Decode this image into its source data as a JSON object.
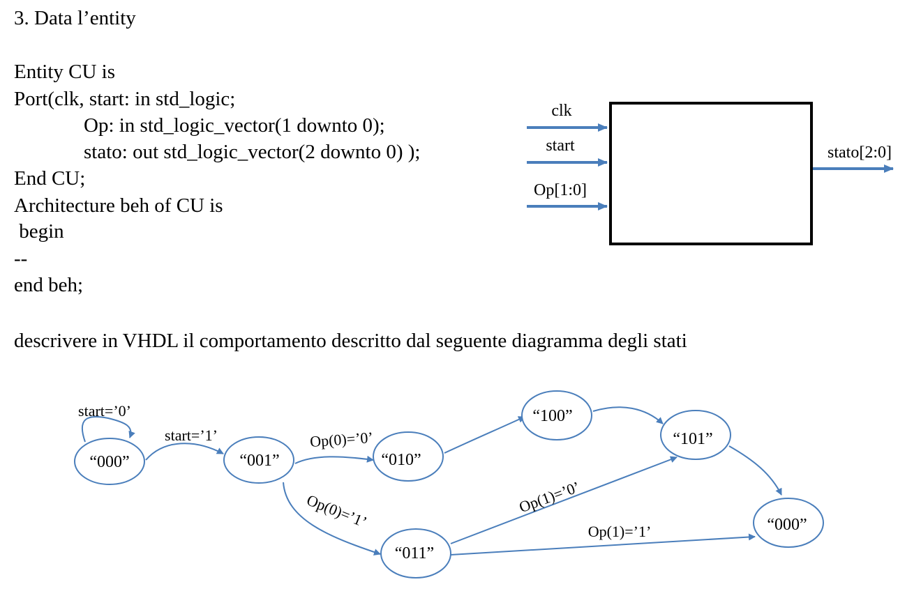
{
  "heading": "3. Data l’entity",
  "code": {
    "l1": "Entity CU is",
    "l2": "Port(clk, start: in std_logic;",
    "l3": "Op: in std_logic_vector(1 downto 0);",
    "l4": "stato: out std_logic_vector(2 downto 0) );",
    "l5": "End CU;",
    "l6": "Architecture beh of CU is",
    "l7": " begin",
    "l8": "--",
    "l9": "end beh;"
  },
  "instruction": "descrivere in VHDL il comportamento descritto dal seguente diagramma degli stati",
  "block": {
    "inputs": [
      "clk",
      "start",
      "Op[1:0]"
    ],
    "output": "stato[2:0]"
  },
  "states": {
    "s0": "“000”",
    "s1": "“001”",
    "s2": "“010”",
    "s3": "“011”",
    "s4": "“100”",
    "s5": "“101”",
    "s6": "“000”"
  },
  "transitions": {
    "self_loop": "start=’0’",
    "t01": "start=’1’",
    "t12": "Op(0)=’0’",
    "t13": "Op(0)=’1’",
    "t35": "Op(1)=’0’",
    "t36": "Op(1)=’1’"
  },
  "colors": {
    "arrow": "#4a7ebb",
    "line": "#000000"
  }
}
